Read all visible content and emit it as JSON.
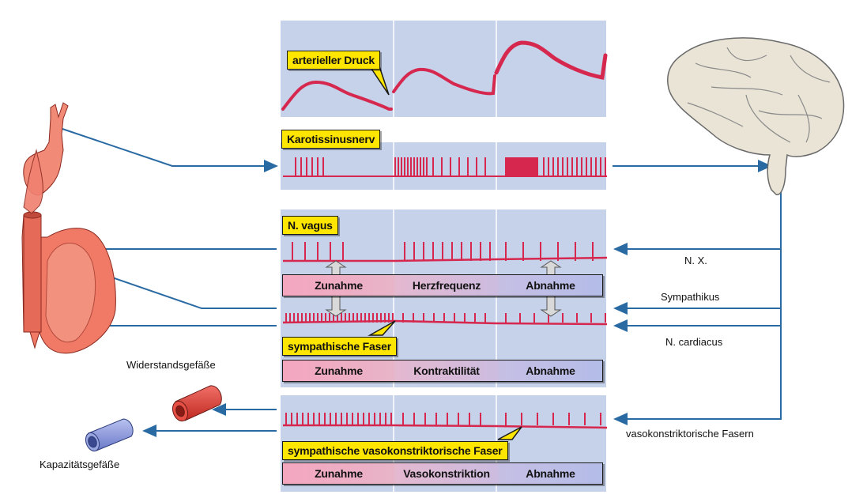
{
  "labels": {
    "arterial_pressure": "arterieller Druck",
    "carotid_sinus_nerve": "Karotissinusnerv",
    "vagus": "N. vagus",
    "sympathetic_fiber": "sympathische Faser",
    "sympathetic_vasoconstrictor_fiber": "sympathische vasokonstriktorische Faser"
  },
  "rows": {
    "heart_rate": {
      "left": "Zunahme",
      "middle": "Herzfrequenz",
      "right": "Abnahme"
    },
    "contractility": {
      "left": "Zunahme",
      "middle": "Kontraktilität",
      "right": "Abnahme"
    },
    "vasoconstriction": {
      "left": "Zunahme",
      "middle": "Vasokonstriktion",
      "right": "Abnahme"
    }
  },
  "side_labels": {
    "nx": "N. X.",
    "sympathikus": "Sympathikus",
    "n_cardiacus": "N. cardiacus",
    "vasoconstrictor_fibers": "vasokonstriktorische Fasern",
    "resistance_vessels": "Widerstandsgefäße",
    "capacitance_vessels": "Kapazitätsgefäße"
  },
  "colors": {
    "panel": "#c5d2ea",
    "signal": "#d6284e",
    "arrow": "#2a6aa3",
    "label_bg": "#ffe600",
    "increase": "#f2a0b8",
    "decrease": "#b5bce6",
    "heart": "#f08070",
    "brain": "#e8e2d4",
    "resistance_vessel": "#e0403a",
    "capacitance_vessel": "#8a9ad8"
  }
}
